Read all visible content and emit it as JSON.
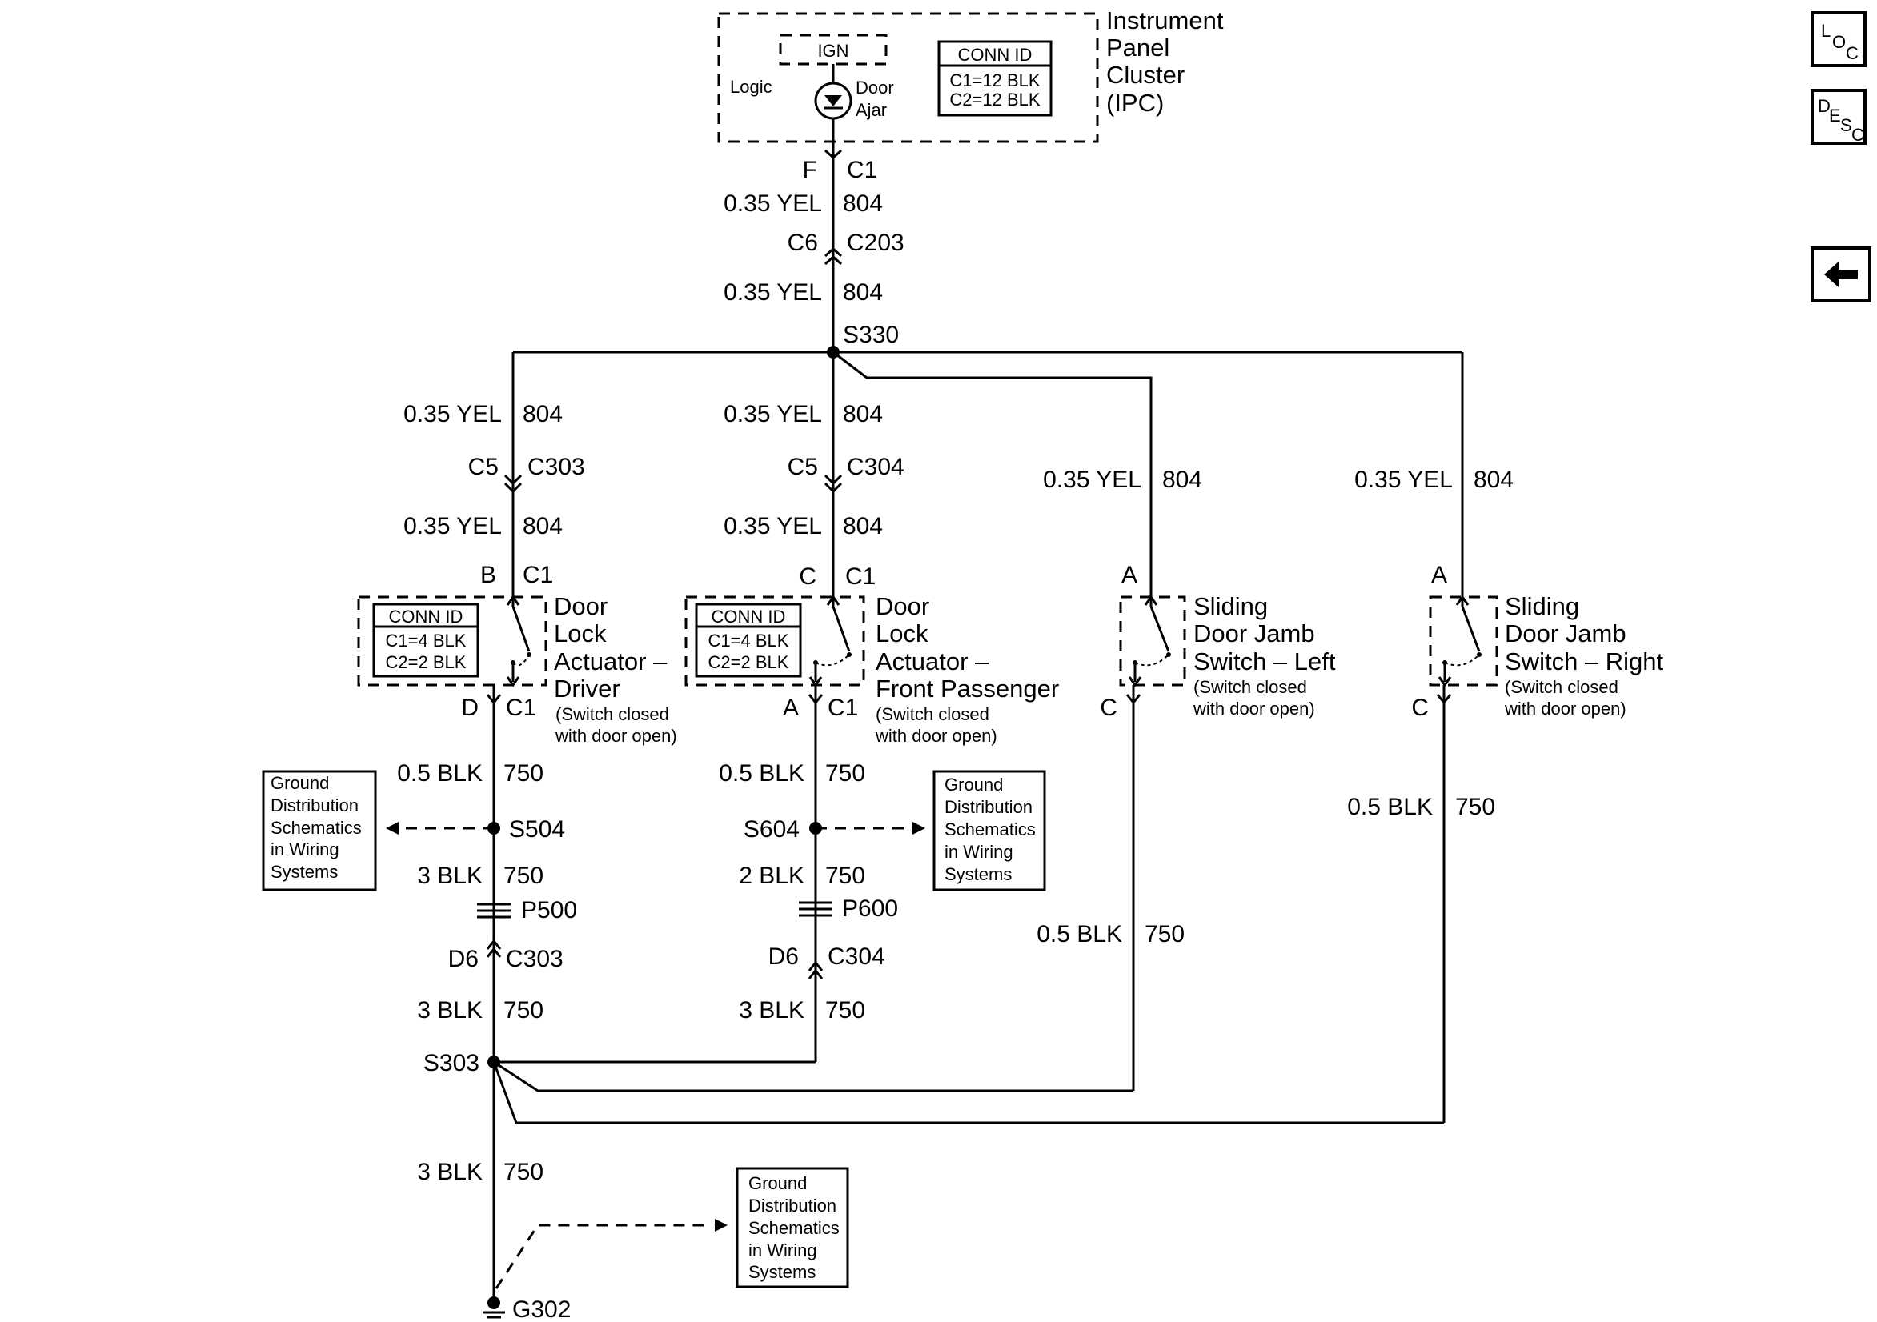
{
  "ipc": {
    "title": [
      "Instrument",
      "Panel",
      "Cluster",
      "(IPC)"
    ],
    "ign": "IGN",
    "logic": "Logic",
    "door_ajar": [
      "Door",
      "Ajar"
    ],
    "conn_title": "CONN ID",
    "conn_lines": [
      "C1=12 BLK",
      "C2=12 BLK"
    ],
    "pin": "F",
    "connector": "C1"
  },
  "trunk": {
    "wire1": [
      "0.35 YEL",
      "804"
    ],
    "inline_pin": "C6",
    "inline_conn": "C203",
    "wire2": [
      "0.35 YEL",
      "804"
    ],
    "splice": "S330"
  },
  "branches": {
    "driver": {
      "wire1": [
        "0.35 YEL",
        "804"
      ],
      "inline_pin": "C5",
      "inline_conn": "C303",
      "wire2": [
        "0.35 YEL",
        "804"
      ],
      "top_pin": "B",
      "top_conn": "C1",
      "conn_title": "CONN ID",
      "conn_lines": [
        "C1=4 BLK",
        "C2=2 BLK"
      ],
      "name": [
        "Door",
        "Lock",
        "Actuator –",
        "Driver"
      ],
      "note": [
        "(Switch closed",
        "with door open)"
      ],
      "bot_pin": "D",
      "bot_conn": "C1",
      "wire3": [
        "0.5 BLK",
        "750"
      ],
      "splice": "S504",
      "wire4": [
        "3 BLK",
        "750"
      ],
      "plug": "P500",
      "inline2_pin": "D6",
      "inline2_conn": "C303",
      "wire5": [
        "3 BLK",
        "750"
      ],
      "ground_ref": [
        "Ground",
        "Distribution",
        "Schematics",
        "in Wiring",
        "Systems"
      ]
    },
    "passenger": {
      "wire1": [
        "0.35 YEL",
        "804"
      ],
      "inline_pin": "C5",
      "inline_conn": "C304",
      "wire2": [
        "0.35 YEL",
        "804"
      ],
      "top_pin": "C",
      "top_conn": "C1",
      "conn_title": "CONN ID",
      "conn_lines": [
        "C1=4 BLK",
        "C2=2 BLK"
      ],
      "name": [
        "Door",
        "Lock",
        "Actuator –",
        "Front Passenger"
      ],
      "note": [
        "(Switch closed",
        "with door open)"
      ],
      "bot_pin": "A",
      "bot_conn": "C1",
      "wire3": [
        "0.5 BLK",
        "750"
      ],
      "splice": "S604",
      "wire4": [
        "2 BLK",
        "750"
      ],
      "plug": "P600",
      "inline2_pin": "D6",
      "inline2_conn": "C304",
      "wire5": [
        "3 BLK",
        "750"
      ],
      "ground_ref": [
        "Ground",
        "Distribution",
        "Schematics",
        "in Wiring",
        "Systems"
      ]
    },
    "slide_left": {
      "wire1": [
        "0.35 YEL",
        "804"
      ],
      "top_pin": "A",
      "name": [
        "Sliding",
        "Door Jamb",
        "Switch – Left"
      ],
      "note": [
        "(Switch closed",
        "with door open)"
      ],
      "bot_pin": "C",
      "wire2": [
        "0.5 BLK",
        "750"
      ]
    },
    "slide_right": {
      "wire1": [
        "0.35 YEL",
        "804"
      ],
      "top_pin": "A",
      "name": [
        "Sliding",
        "Door Jamb",
        "Switch – Right"
      ],
      "note": [
        "(Switch closed",
        "with door open)"
      ],
      "bot_pin": "C",
      "wire2": [
        "0.5 BLK",
        "750"
      ]
    }
  },
  "ground": {
    "splice": "S303",
    "wire": [
      "3 BLK",
      "750"
    ],
    "ground_point": "G302",
    "ground_ref": [
      "Ground",
      "Distribution",
      "Schematics",
      "in Wiring",
      "Systems"
    ]
  },
  "nav": {
    "loc": [
      "L",
      "O",
      "C"
    ],
    "desc": [
      "D",
      "E",
      "S",
      "C"
    ],
    "back_icon": "left-arrow-icon"
  }
}
